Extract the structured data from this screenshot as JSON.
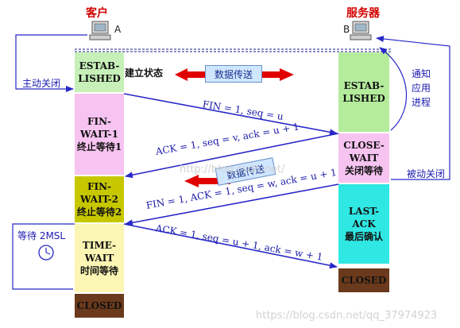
{
  "client": {
    "title": "客户",
    "host_label": "A"
  },
  "server": {
    "title": "服务器",
    "host_label": "B"
  },
  "client_states": [
    {
      "line1": "ESTAB-",
      "line2": "LISHED",
      "suffix": "建立状态",
      "color": "#c6f0b8"
    },
    {
      "line1": "FIN-WAIT-1",
      "line2": "终止等待1",
      "color": "#f7c3f0"
    },
    {
      "line1": "FIN-WAIT-2",
      "line2": "终止等待2",
      "color": "#c7c700"
    },
    {
      "line1": "TIME-WAIT",
      "line2": "时间等待",
      "color": "#fbf6b3"
    },
    {
      "line1": "CLOSED",
      "line2": "",
      "color": "#6b3a1c"
    }
  ],
  "server_states": [
    {
      "line1": "ESTAB-",
      "line2": "LISHED",
      "color": "#b4ec9c"
    },
    {
      "line1": "CLOSE-WAIT",
      "line2": "关闭等待",
      "color": "#f7c3f0"
    },
    {
      "line1": "LAST-ACK",
      "line2": "最后确认",
      "color": "#2fe7e3"
    },
    {
      "line1": "CLOSED",
      "line2": "",
      "color": "#6b3a1c"
    }
  ],
  "labels": {
    "active_close": "主动关闭",
    "passive_close": "被动关闭",
    "notify_app": [
      "通知",
      "应用",
      "进程"
    ],
    "wait_2msl": "等待 2MSL",
    "data_transfer_1": "数据传送",
    "data_transfer_2": "数据传送"
  },
  "messages": [
    "FIN = 1, seq = u",
    "ACK = 1, seq = v, ack = u + 1",
    "FIN = 1, ACK = 1, seq = w, ack = u + 1",
    "ACK = 1, seq = u + 1, ack = w + 1"
  ],
  "watermark": {
    "center": "http://blog.csdn.net/",
    "bottom": "https://blog.csdn.net/qq_37974923"
  },
  "colors": {
    "accent_red": "#e00000",
    "arrow_blue": "#2828c8",
    "title_red": "#d40000"
  }
}
